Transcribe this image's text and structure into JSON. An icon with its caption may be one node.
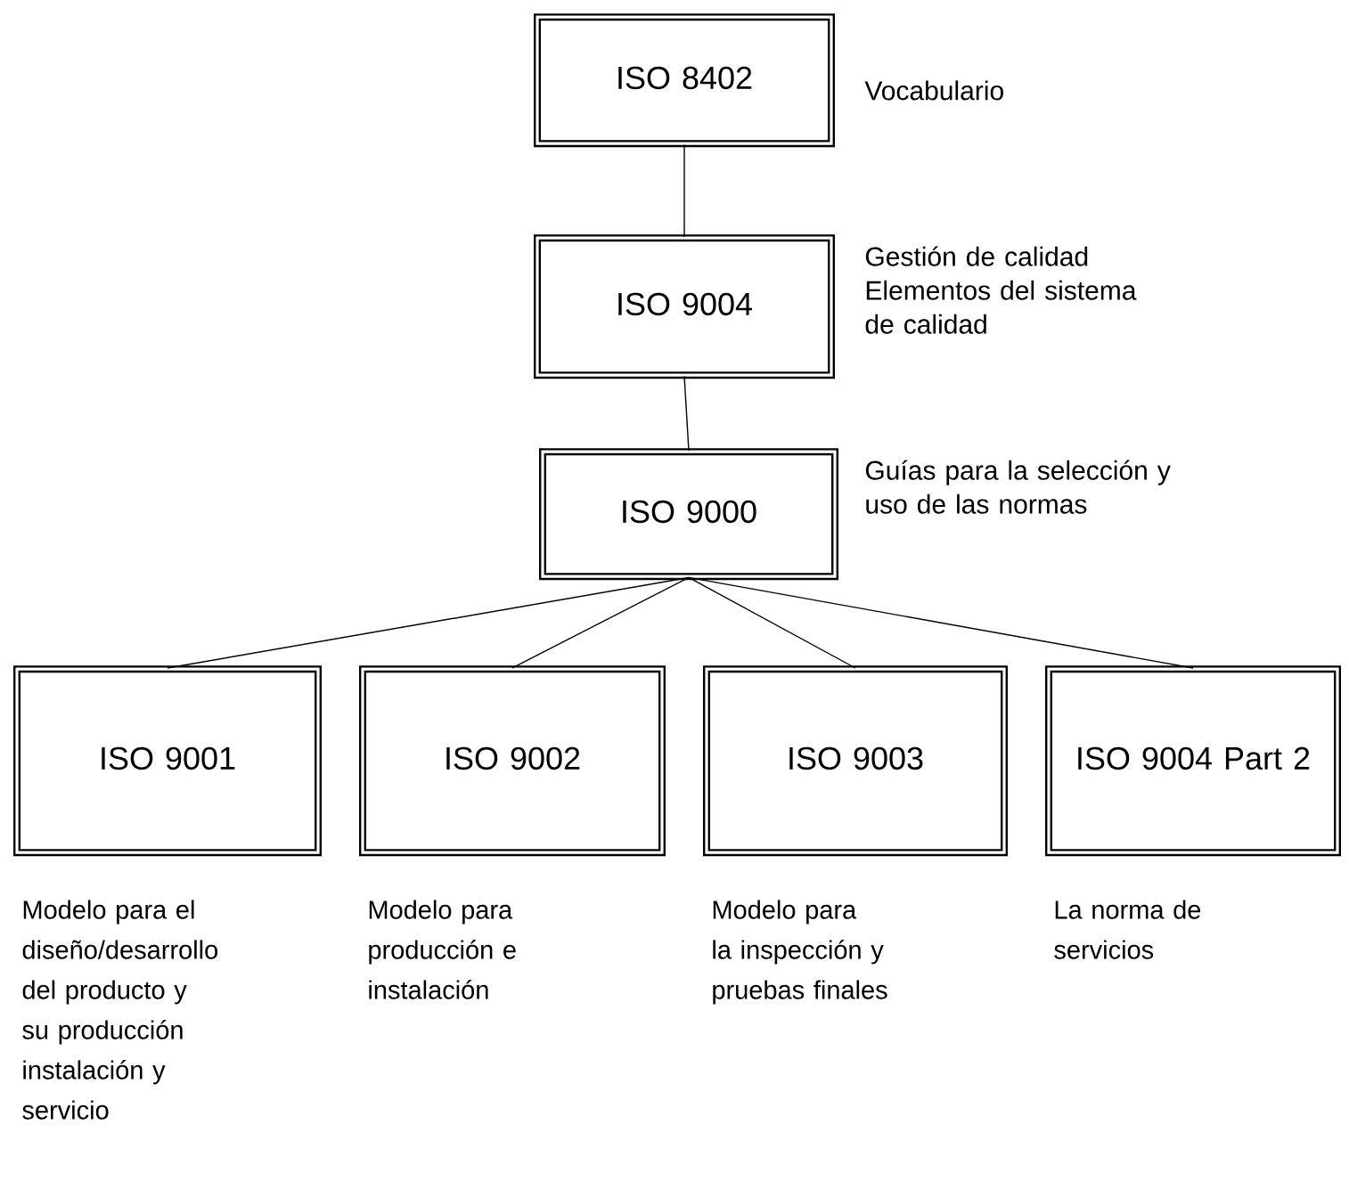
{
  "diagram": {
    "nodes": [
      {
        "text": [
          "ISO 8402"
        ],
        "beside": [
          "Vocabulario"
        ]
      },
      {
        "text": [
          "ISO 9004"
        ],
        "beside": [
          "Gestión de calidad Elementos del sistema de calidad"
        ]
      },
      {
        "text": [
          "ISO 9000"
        ],
        "beside": [
          "Guías para la selección y uso de las normas"
        ]
      },
      {
        "text": [
          "ISO 9001"
        ],
        "beside": [
          "Modelo para el diseño/desarrollo del producto y su producción instalación y servicio"
        ]
      },
      {
        "text": [
          "ISO 9002"
        ],
        "beside": [
          "Modelo para producción e instalación"
        ]
      },
      {
        "text": [
          "ISO 9003"
        ],
        "beside": [
          "Modelo para la inspección y pruebas finales"
        ]
      },
      {
        "text": [
          "ISO 9004 Part 2"
        ],
        "beside": [
          "La norma de servicios"
        ]
      }
    ],
    "edges": [
      {
        "from": 0,
        "to": 1,
        "arrow": "none"
      },
      {
        "from": 1,
        "to": 2,
        "arrow": "none"
      },
      {
        "from": 2,
        "to": 3,
        "arrow": "none"
      },
      {
        "from": 2,
        "to": 4,
        "arrow": "none"
      },
      {
        "from": 2,
        "to": 5,
        "arrow": "none"
      },
      {
        "from": 2,
        "to": 6,
        "arrow": "none"
      }
    ]
  }
}
